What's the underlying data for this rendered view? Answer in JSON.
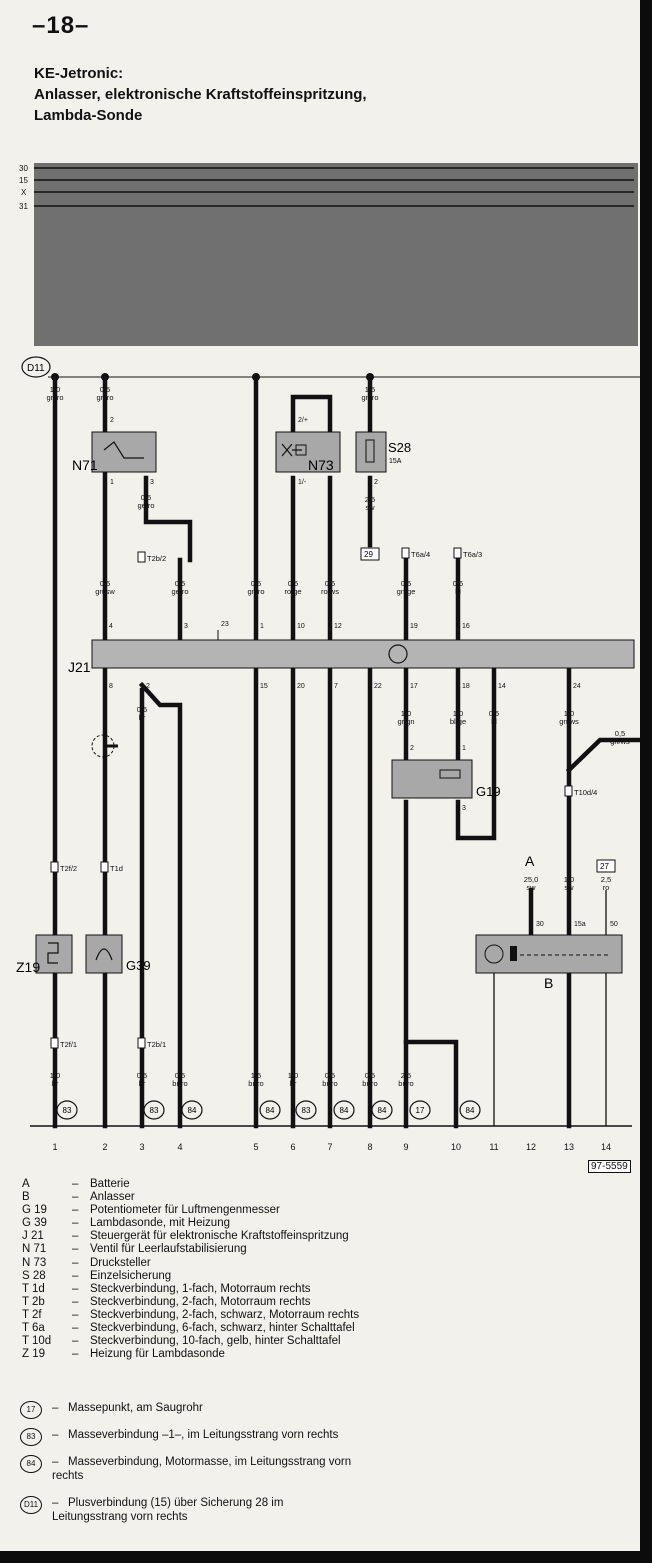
{
  "page_number": "–18–",
  "title_lines": [
    "KE-Jetronic:",
    "Anlasser, elektronische Kraftstoffeinspritzung,",
    "Lambda-Sonde"
  ],
  "bus_labels": [
    "30",
    "15",
    "X",
    "31"
  ],
  "d11_label": "D11",
  "components": {
    "N71": "N71",
    "N73": "N73",
    "S28": "S28",
    "S28_rating": "15A",
    "J21": "J21",
    "G19": "G19",
    "Z19": "Z19",
    "G39": "G39",
    "B": "B",
    "A": "A",
    "box29": "29",
    "box27": "27"
  },
  "wires": [
    {
      "gauge": "1,0",
      "color": "gn/ro"
    },
    {
      "gauge": "0,5",
      "color": "gn/ro"
    },
    {
      "gauge": "0,5",
      "color": "ge/ro"
    },
    {
      "gauge": "0,5",
      "color": "gn/sw"
    },
    {
      "gauge": "0,5",
      "color": "ge/ro"
    },
    {
      "gauge": "0,5",
      "color": "gn/ro"
    },
    {
      "gauge": "0,5",
      "color": "ro/ge"
    },
    {
      "gauge": "0,5",
      "color": "ro/ws"
    },
    {
      "gauge": "1,5",
      "color": "gn/ro"
    },
    {
      "gauge": "2,5",
      "color": "sw"
    },
    {
      "gauge": "0,5",
      "color": "gn/ge"
    },
    {
      "gauge": "0,5",
      "color": "bl"
    },
    {
      "gauge": "0,5",
      "color": "br"
    },
    {
      "gauge": "1,0",
      "color": "gr/gn"
    },
    {
      "gauge": "1,0",
      "color": "bl/ge"
    },
    {
      "gauge": "0,5",
      "color": "bl"
    },
    {
      "gauge": "1,0",
      "color": "gn/ws"
    },
    {
      "gauge": "0,5",
      "color": "gn/ws"
    },
    {
      "gauge": "25,0",
      "color": "sw"
    },
    {
      "gauge": "1,0",
      "color": "sw"
    },
    {
      "gauge": "2,5",
      "color": "ro"
    },
    {
      "gauge": "1,0",
      "color": "br"
    },
    {
      "gauge": "0,5",
      "color": "br"
    },
    {
      "gauge": "0,5",
      "color": "br/ro"
    },
    {
      "gauge": "1,5",
      "color": "br/ro"
    },
    {
      "gauge": "1,0",
      "color": "br"
    },
    {
      "gauge": "0,5",
      "color": "br/ro"
    },
    {
      "gauge": "0,5",
      "color": "br/ro"
    },
    {
      "gauge": "2,5",
      "color": "br/ro"
    }
  ],
  "pins": [
    "2",
    "1",
    "3",
    "2/+",
    "1/-",
    "2",
    "4",
    "3",
    "23",
    "1",
    "10",
    "12",
    "19",
    "16",
    "8",
    "2",
    "15",
    "20",
    "7",
    "22",
    "17",
    "18",
    "14",
    "24",
    "2",
    "1",
    "3",
    "30",
    "15a",
    "50"
  ],
  "connectors": [
    "T2b/2",
    "T6a/4",
    "T6a/3",
    "T2f/2",
    "T1d",
    "T10d/4",
    "T2f/1",
    "T2b/1"
  ],
  "ground_refs": [
    "83",
    "83",
    "84",
    "84",
    "83",
    "84",
    "84",
    "17",
    "84"
  ],
  "columns": [
    "1",
    "2",
    "3",
    "4",
    "5",
    "6",
    "7",
    "8",
    "9",
    "10",
    "11",
    "12",
    "13",
    "14"
  ],
  "reference_code": "97-5559",
  "legend": [
    {
      "code": "A",
      "text": "Batterie"
    },
    {
      "code": "B",
      "text": "Anlasser"
    },
    {
      "code": "G 19",
      "text": "Potentiometer für Luftmengenmesser"
    },
    {
      "code": "G 39",
      "text": "Lambdasonde, mit Heizung"
    },
    {
      "code": "J 21",
      "text": "Steuergerät für elektronische Kraftstoffeinspritzung"
    },
    {
      "code": "N 71",
      "text": "Ventil für Leerlaufstabilisierung"
    },
    {
      "code": "N 73",
      "text": "Drucksteller"
    },
    {
      "code": "S 28",
      "text": "Einzelsicherung"
    },
    {
      "code": "T 1d",
      "text": "Steckverbindung, 1-fach, Motorraum rechts"
    },
    {
      "code": "T 2b",
      "text": "Steckverbindung, 2-fach, Motorraum rechts"
    },
    {
      "code": "T 2f",
      "text": "Steckverbindung, 2-fach, schwarz, Motorraum rechts"
    },
    {
      "code": "T 6a",
      "text": "Steckverbindung, 6-fach, schwarz, hinter Schalttafel"
    },
    {
      "code": "T 10d",
      "text": "Steckverbindung, 10-fach, gelb, hinter Schalttafel"
    },
    {
      "code": "Z 19",
      "text": "Heizung für Lambdasonde"
    }
  ],
  "ground_legend": [
    {
      "ref": "17",
      "text": "Massepunkt, am Saugrohr"
    },
    {
      "ref": "83",
      "text": "Masseverbindung –1–, im Leitungsstrang vorn rechts"
    },
    {
      "ref": "84",
      "text": "Masseverbindung, Motormasse, im Leitungsstrang vorn rechts"
    },
    {
      "ref": "D11",
      "text": "Plusverbindung (15) über Sicherung 28 im Leitungsstrang vorn rechts"
    }
  ]
}
